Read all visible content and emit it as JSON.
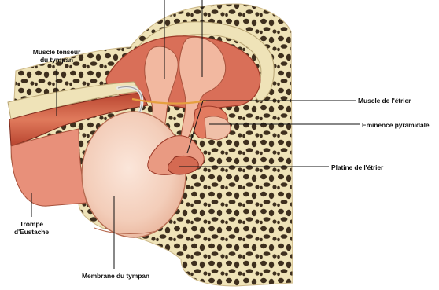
{
  "diagram": {
    "labels": {
      "tensor_line1": "Muscle tenseur",
      "tensor_line2": "du tympan",
      "stapedius": "Muscle de l'étrier",
      "pyramidal": "Eminence pyramidale",
      "footplate": "Platine de l'étrier",
      "eustachian_line1": "Trompe",
      "eustachian_line2": "d'Eustache",
      "membrane": "Membrane du tympan"
    },
    "colors": {
      "bone": "#efe3b8",
      "bone_dark": "#4a3a26",
      "muscle": "#c85a45",
      "flesh": "#f2b8a0",
      "membrane": "#f5d8c8",
      "mucosa": "#d96f58"
    }
  }
}
